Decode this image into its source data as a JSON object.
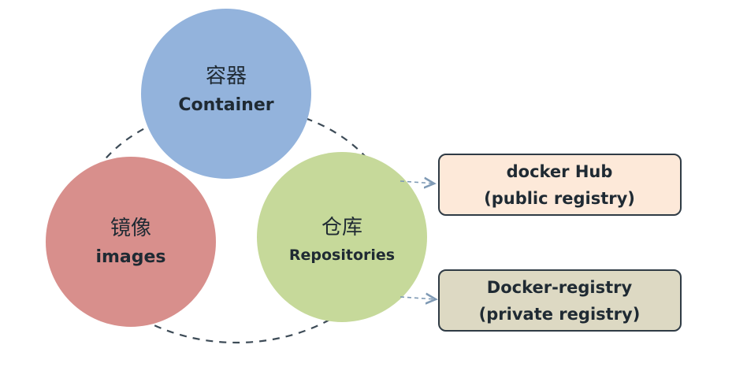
{
  "nodes": {
    "container": {
      "label_zh": "容器",
      "label_en": "Container",
      "color": "#93b3dc"
    },
    "images": {
      "label_zh": "镜像",
      "label_en": "images",
      "color": "#d88f8c"
    },
    "repositories": {
      "label_zh": "仓库",
      "label_en": "Repositories",
      "color": "#c6d99a"
    }
  },
  "registries": {
    "public": {
      "line1": "docker Hub",
      "line2": "(public registry)",
      "fill": "#fde9d9"
    },
    "private": {
      "line1": "Docker-registry",
      "line2": "(private registry)",
      "fill": "#ddd9c3"
    }
  },
  "colors": {
    "dashed_line": "#3d4b57",
    "arrow": "#7f9ab5",
    "box_border": "#2f3b45"
  }
}
